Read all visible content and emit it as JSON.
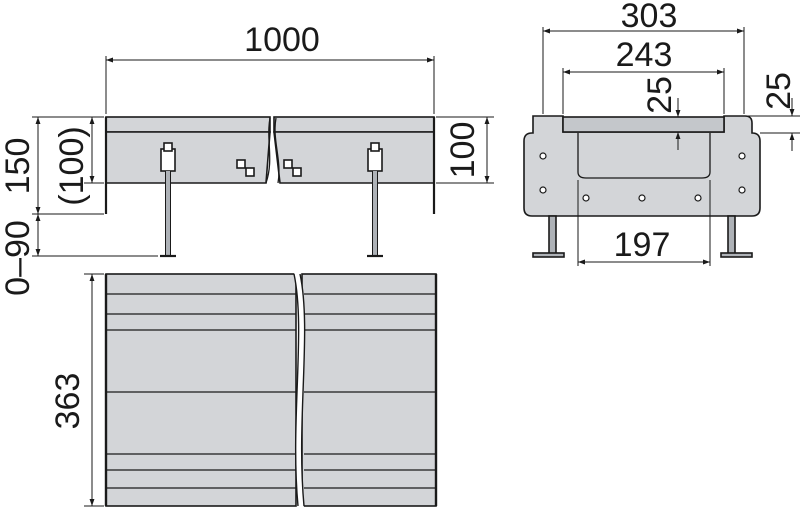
{
  "drawing": {
    "colors": {
      "line": "#1a1a1a",
      "metal": "#d3d5d8",
      "metal_dark": "#aeb2b7",
      "background": "#ffffff"
    },
    "dimensions": {
      "overall_length": "1000",
      "overall_height": "150",
      "channel_depth_bracket": "(100)",
      "side_height": "100",
      "foot_adjust_range": "0–90",
      "plan_width": "363",
      "section_width": "303",
      "inner_width": "243",
      "grate_recess_depth": "25",
      "flange_height": "25",
      "foot_spacing": "197"
    }
  }
}
